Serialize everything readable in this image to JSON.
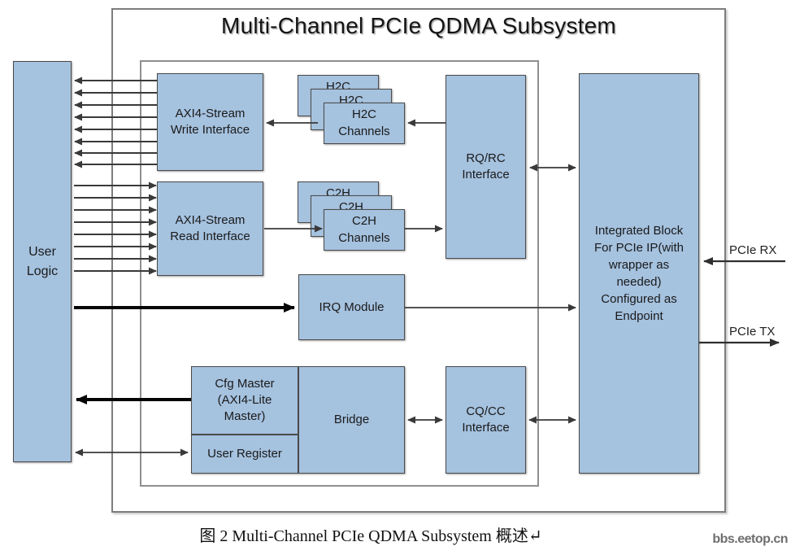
{
  "title": "Multi-Channel PCIe QDMA Subsystem",
  "blocks": {
    "user_logic": "User Logic",
    "axi_write": "AXI4-Stream Write Interface",
    "axi_read": "AXI4-Stream Read Interface",
    "h2c_channels": "H2C Channels",
    "c2h_channels": "C2H Channels",
    "rq_rc": "RQ/RC Interface",
    "irq": "IRQ Module",
    "cfg_master": "Cfg Master (AXI4-Lite Master)",
    "user_register": "User Register",
    "bridge": "Bridge",
    "cq_cc": "CQ/CC Interface",
    "integrated_block": "Integrated Block For PCIe IP(with wrapper as needed) Configured as Endpoint"
  },
  "ports": {
    "pcie_rx": "PCIe RX",
    "pcie_tx": "PCIe TX"
  },
  "caption": "图  2 Multi-Channel PCIe QDMA Subsystem 概述↵",
  "watermark": "bbs.eetop.cn",
  "colors": {
    "block_fill": "#a5c2df",
    "block_border": "#4a4a4a",
    "arrow": "#3a3a3a",
    "thick_arrow": "#050505",
    "container_border": "#7d7d7d",
    "watermark": "#6e6e6e"
  }
}
